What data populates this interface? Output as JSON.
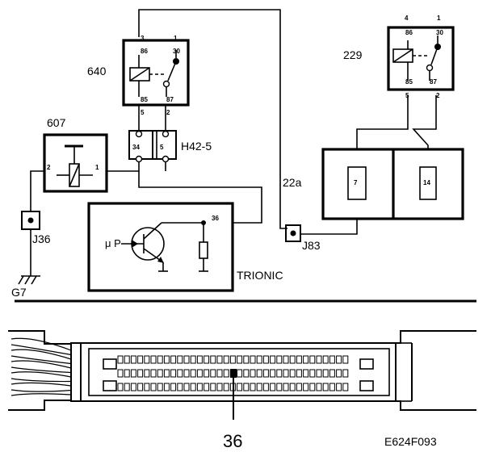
{
  "diagram": {
    "relay_640": {
      "label": "640",
      "pins": {
        "p86": "86",
        "p30": "30",
        "p85": "85",
        "p87": "87",
        "n3": "3",
        "n1": "1",
        "n5": "5",
        "n2": "2"
      }
    },
    "relay_229": {
      "label": "229",
      "pins": {
        "p86": "86",
        "p30": "30",
        "p85": "85",
        "p87": "87",
        "n4": "4",
        "n1": "1",
        "n5": "5",
        "n2": "2"
      }
    },
    "component_607": {
      "label": "607",
      "pins": {
        "p2": "2",
        "p1": "1"
      }
    },
    "connector_h42": {
      "label": "H42-5",
      "pins": {
        "p34": "34",
        "p5": "5"
      }
    },
    "fuse_box": {
      "fuse_7": "7",
      "fuse_14": "14"
    },
    "wire_22a": "22a",
    "junction_j36": "J36",
    "junction_j83": "J83",
    "ground_g7": "G7",
    "trionic": {
      "label": "TRIONIC",
      "pin": "36",
      "mu_p": "μ P"
    },
    "ecu_pin_label": "36",
    "figure_code": "E624F093"
  }
}
